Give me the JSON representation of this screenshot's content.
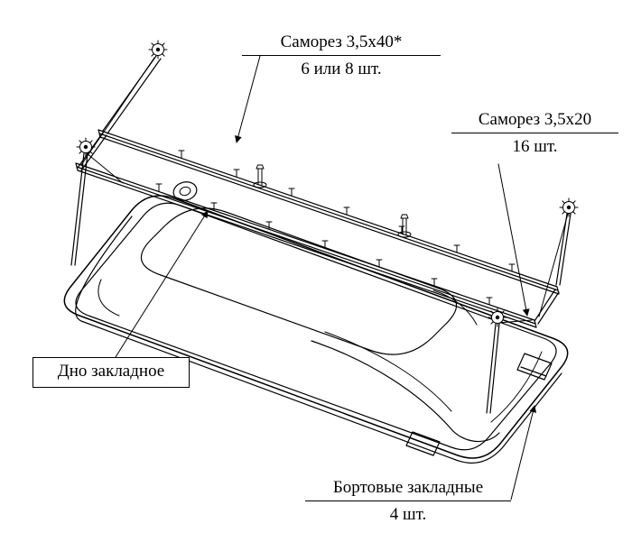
{
  "diagram": {
    "labels": {
      "screw40": {
        "title": "Саморез 3,5x40*",
        "qty": "6 или 8 шт."
      },
      "screw20": {
        "title": "Саморез 3,5x20",
        "qty": "16 шт."
      },
      "bottom_plate": {
        "title": "Дно закладное"
      },
      "side_plates": {
        "title": "Бортовые закладные",
        "qty": "4 шт."
      }
    },
    "colors": {
      "line": "#000000",
      "background": "#ffffff"
    }
  }
}
